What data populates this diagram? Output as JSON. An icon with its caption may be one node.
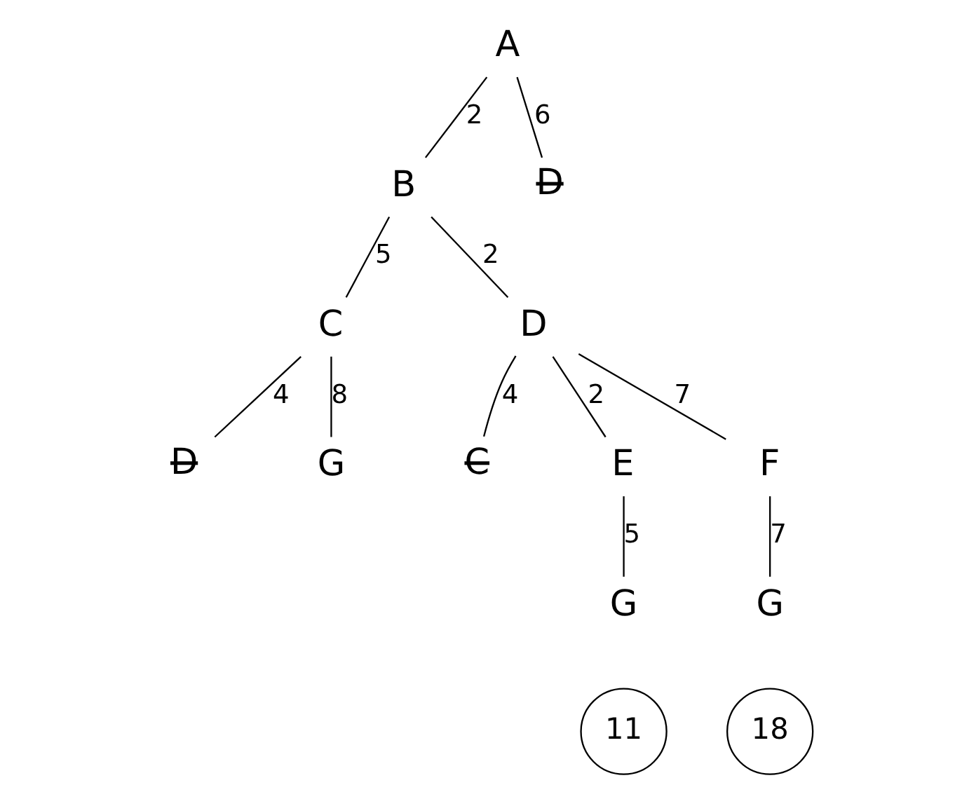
{
  "diagram": {
    "nodes": [
      {
        "text": [
          "A"
        ]
      },
      {
        "text": [
          "B"
        ]
      },
      {
        "text": [
          "D"
        ]
      },
      {
        "text": [
          "C"
        ]
      },
      {
        "text": [
          "D"
        ]
      },
      {
        "text": [
          "F"
        ]
      },
      {
        "text": [
          "D"
        ]
      },
      {
        "text": [
          "G"
        ]
      },
      {
        "text": [
          "C"
        ]
      },
      {
        "text": [
          "E"
        ]
      },
      {
        "text": [
          "G"
        ]
      },
      {
        "text": [
          "G"
        ]
      },
      {
        "text": [
          "11"
        ]
      },
      {
        "text": [
          "18"
        ]
      }
    ],
    "edges": [
      {
        "from": 0,
        "to": 1,
        "arrow": "none",
        "label": "2"
      },
      {
        "from": 0,
        "to": 2,
        "arrow": "none",
        "label": "6"
      },
      {
        "from": 1,
        "to": 3,
        "arrow": "none",
        "label": "5"
      },
      {
        "from": 1,
        "to": 4,
        "arrow": "none",
        "label": "2"
      },
      {
        "from": 3,
        "to": 6,
        "arrow": "none",
        "label": "4"
      },
      {
        "from": 3,
        "to": 7,
        "arrow": "none",
        "label": "8"
      },
      {
        "from": 4,
        "to": 8,
        "arrow": "none",
        "label": "4"
      },
      {
        "from": 4,
        "to": 9,
        "arrow": "none",
        "label": "2"
      },
      {
        "from": 4,
        "to": 5,
        "arrow": "none",
        "label": "7"
      },
      {
        "from": 9,
        "to": 10,
        "arrow": "none",
        "label": "5"
      },
      {
        "from": 5,
        "to": 11,
        "arrow": "none",
        "label": "7"
      }
    ]
  }
}
